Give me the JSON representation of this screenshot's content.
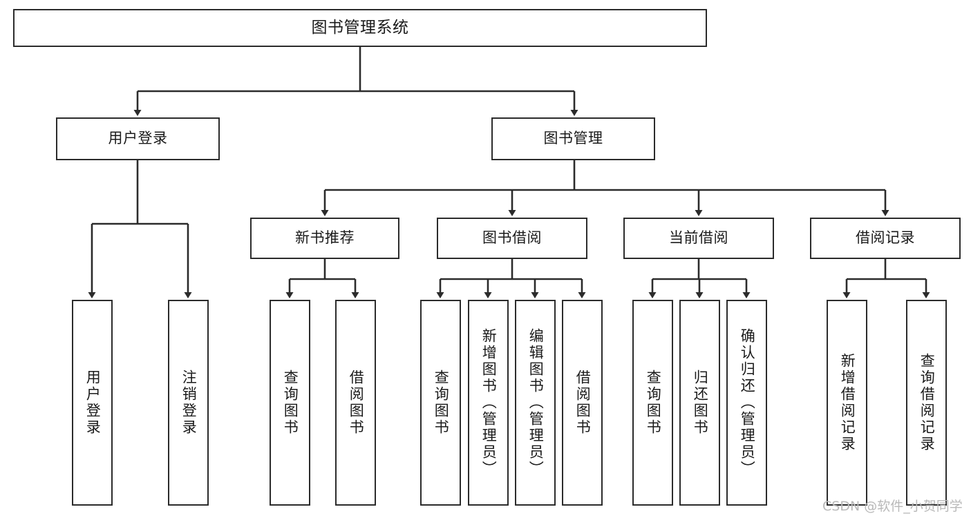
{
  "diagram": {
    "title": "图书管理系统",
    "type": "functional-structure-tree",
    "orientation": "top-down",
    "watermark": "CSDN @软件_小贺同学",
    "colors": {
      "box_border": "#2b2b2b",
      "box_fill": "#ffffff",
      "edge": "#2b2b2b",
      "text": "#1a1a1a",
      "watermark": "#b9b9b9",
      "background": "#ffffff"
    },
    "nodes": {
      "root": {
        "label": "图书管理系统"
      },
      "level2": [
        {
          "id": "user-login",
          "label": "用户登录"
        },
        {
          "id": "book-management",
          "label": "图书管理"
        }
      ],
      "level3": [
        {
          "id": "new-book-recommend",
          "label": "新书推荐"
        },
        {
          "id": "book-borrow",
          "label": "图书借阅"
        },
        {
          "id": "current-borrow",
          "label": "当前借阅"
        },
        {
          "id": "borrow-record",
          "label": "借阅记录"
        }
      ],
      "leaves": {
        "user_login": [
          {
            "id": "leaf-user-login",
            "label": "用户登录"
          },
          {
            "id": "leaf-logout-login",
            "label": "注销登录"
          }
        ],
        "new_book_recommend": [
          {
            "id": "leaf-query-book-1",
            "label": "查询图书"
          },
          {
            "id": "leaf-borrow-book-1",
            "label": "借阅图书"
          }
        ],
        "book_borrow": [
          {
            "id": "leaf-query-book-2",
            "label": "查询图书"
          },
          {
            "id": "leaf-add-book-admin",
            "label": "新增图书（管理员）"
          },
          {
            "id": "leaf-edit-book-admin",
            "label": "编辑图书（管理员）"
          },
          {
            "id": "leaf-borrow-book-2",
            "label": "借阅图书"
          }
        ],
        "current_borrow": [
          {
            "id": "leaf-query-book-3",
            "label": "查询图书"
          },
          {
            "id": "leaf-return-book",
            "label": "归还图书"
          },
          {
            "id": "leaf-confirm-return-admin",
            "label": "确认归还（管理员）"
          }
        ],
        "borrow_record": [
          {
            "id": "leaf-add-borrow-record",
            "label": "新增借阅记录"
          },
          {
            "id": "leaf-query-borrow-record",
            "label": "查询借阅记录"
          }
        ]
      }
    }
  }
}
